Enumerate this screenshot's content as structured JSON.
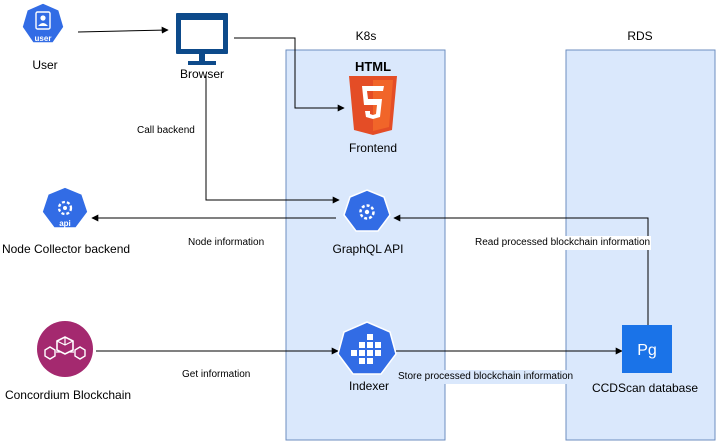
{
  "containers": {
    "k8s": "K8s",
    "rds": "RDS"
  },
  "nodes": {
    "user": {
      "label": "User",
      "badge": "user"
    },
    "browser": {
      "label": "Browser"
    },
    "frontend": {
      "label": "Frontend",
      "badge": "HTML"
    },
    "graphql": {
      "label": "GraphQL API"
    },
    "node_collector": {
      "label": "Node Collector backend",
      "badge": "api"
    },
    "concordium": {
      "label": "Concordium Blockchain"
    },
    "indexer": {
      "label": "Indexer"
    },
    "database": {
      "label": "CCDScan database",
      "badge": "Pg"
    }
  },
  "edges": {
    "call_backend": "Call backend",
    "node_information": "Node information",
    "read_processed": "Read processed blockchain information",
    "get_information": "Get information",
    "store_processed": "Store processed blockchain information"
  },
  "colors": {
    "container_fill": "#dae8fc",
    "container_stroke": "#6c8ebf",
    "k8s_blue": "#326ce5",
    "html_orange": "#e44d26",
    "concordium_magenta": "#a4296f",
    "postgres_blue": "#1a73e8"
  }
}
